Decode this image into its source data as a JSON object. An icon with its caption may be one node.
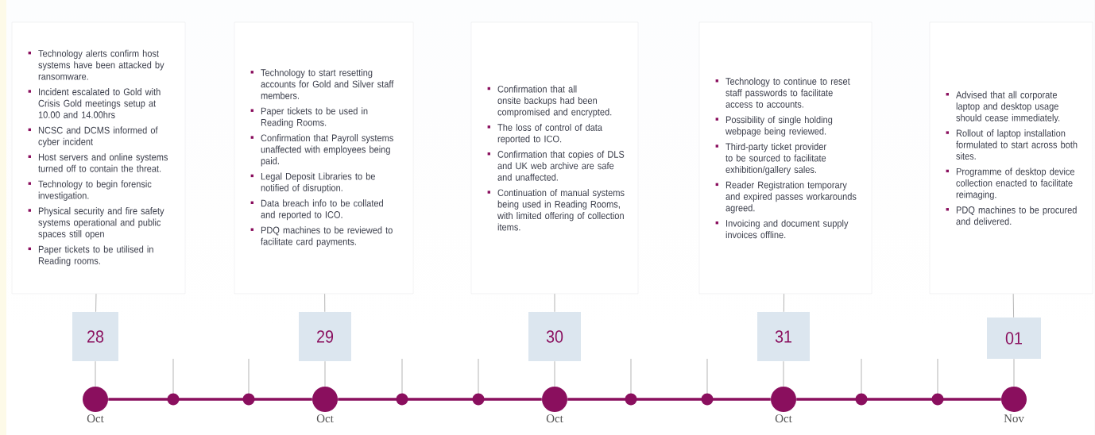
{
  "diagram": {
    "nodes": [
      {
        "text": [
          "Technology alerts confirm host systems have been attacked by ransomware.",
          "Incident escalated to Gold with Crisis Gold meetings setup at 10.00 and 14.00hrs",
          "NCSC and DCMS informed of cyber incident",
          "Host servers and online systems turned off to contain the threat.",
          "Technology to begin forensic investigation.",
          "Physical security and fire safety systems operational and public spaces still open",
          "Paper tickets to be utilised in Reading rooms."
        ]
      },
      {
        "text": [
          "Technology to start resetting accounts for Gold and Silver staff members.",
          "Paper tickets to be used in Reading Rooms.",
          "Confirmation that Payroll systems unaffected with employees being paid.",
          "Legal Deposit Libraries to be notified of disruption.",
          "Data breach info to be collated and reported to ICO.",
          "PDQ machines to be reviewed to facilitate card payments."
        ]
      },
      {
        "text": [
          "Confirmation that all onsite backups had been compromised and encrypted.",
          "The loss of control of data reported to ICO.",
          "Confirmation that copies of DLS and UK web archive are safe and unaffected.",
          "Continuation of manual systems being used in Reading Rooms, with limited offering of collection items."
        ]
      },
      {
        "text": [
          "Technology to continue to reset staff passwords to facilitate access to accounts.",
          "Possibility of single holding webpage being reviewed.",
          "Third-party ticket provider to be sourced to facilitate exhibition/gallery sales.",
          "Reader Registration temporary and expired passes workarounds agreed.",
          "Invoicing and document supply invoices offline."
        ]
      },
      {
        "text": [
          "Advised that all corporate laptop and desktop usage should cease immediately.",
          "Rollout of laptop installation formulated to start across both sites.",
          "Programme of desktop device collection enacted to facilitate reimaging.",
          "PDQ machines to be procured and delivered."
        ]
      },
      {
        "text": [
          "28"
        ]
      },
      {
        "text": [
          "29"
        ]
      },
      {
        "text": [
          "30"
        ]
      },
      {
        "text": [
          "31"
        ]
      },
      {
        "text": [
          "01"
        ]
      },
      {
        "text": [],
        "shape": "circle",
        "beside": [
          "Oct"
        ]
      },
      {
        "text": [],
        "shape": "circle",
        "beside": [
          "Oct"
        ]
      },
      {
        "text": [],
        "shape": "circle",
        "beside": [
          "Oct"
        ]
      },
      {
        "text": [],
        "shape": "circle",
        "beside": [
          "Oct"
        ]
      },
      {
        "text": [],
        "shape": "circle",
        "beside": [
          "Nov"
        ]
      }
    ],
    "edges": [
      {
        "from": 0,
        "to": 5,
        "arrow": "none"
      },
      {
        "from": 5,
        "to": 10,
        "arrow": "none"
      },
      {
        "from": 1,
        "to": 6,
        "arrow": "none"
      },
      {
        "from": 6,
        "to": 11,
        "arrow": "none"
      },
      {
        "from": 2,
        "to": 7,
        "arrow": "none"
      },
      {
        "from": 7,
        "to": 12,
        "arrow": "none"
      },
      {
        "from": 3,
        "to": 8,
        "arrow": "none"
      },
      {
        "from": 8,
        "to": 13,
        "arrow": "none"
      },
      {
        "from": 4,
        "to": 9,
        "arrow": "none"
      },
      {
        "from": 9,
        "to": 14,
        "arrow": "none"
      },
      {
        "from": 10,
        "to": 11,
        "arrow": "none",
        "style": "thick",
        "color": "#8a0f5e"
      },
      {
        "from": 11,
        "to": 12,
        "arrow": "none",
        "style": "thick",
        "color": "#8a0f5e"
      },
      {
        "from": 12,
        "to": 13,
        "arrow": "none",
        "style": "thick",
        "color": "#8a0f5e"
      },
      {
        "from": 13,
        "to": 14,
        "arrow": "none",
        "style": "thick",
        "color": "#8a0f5e"
      }
    ]
  }
}
